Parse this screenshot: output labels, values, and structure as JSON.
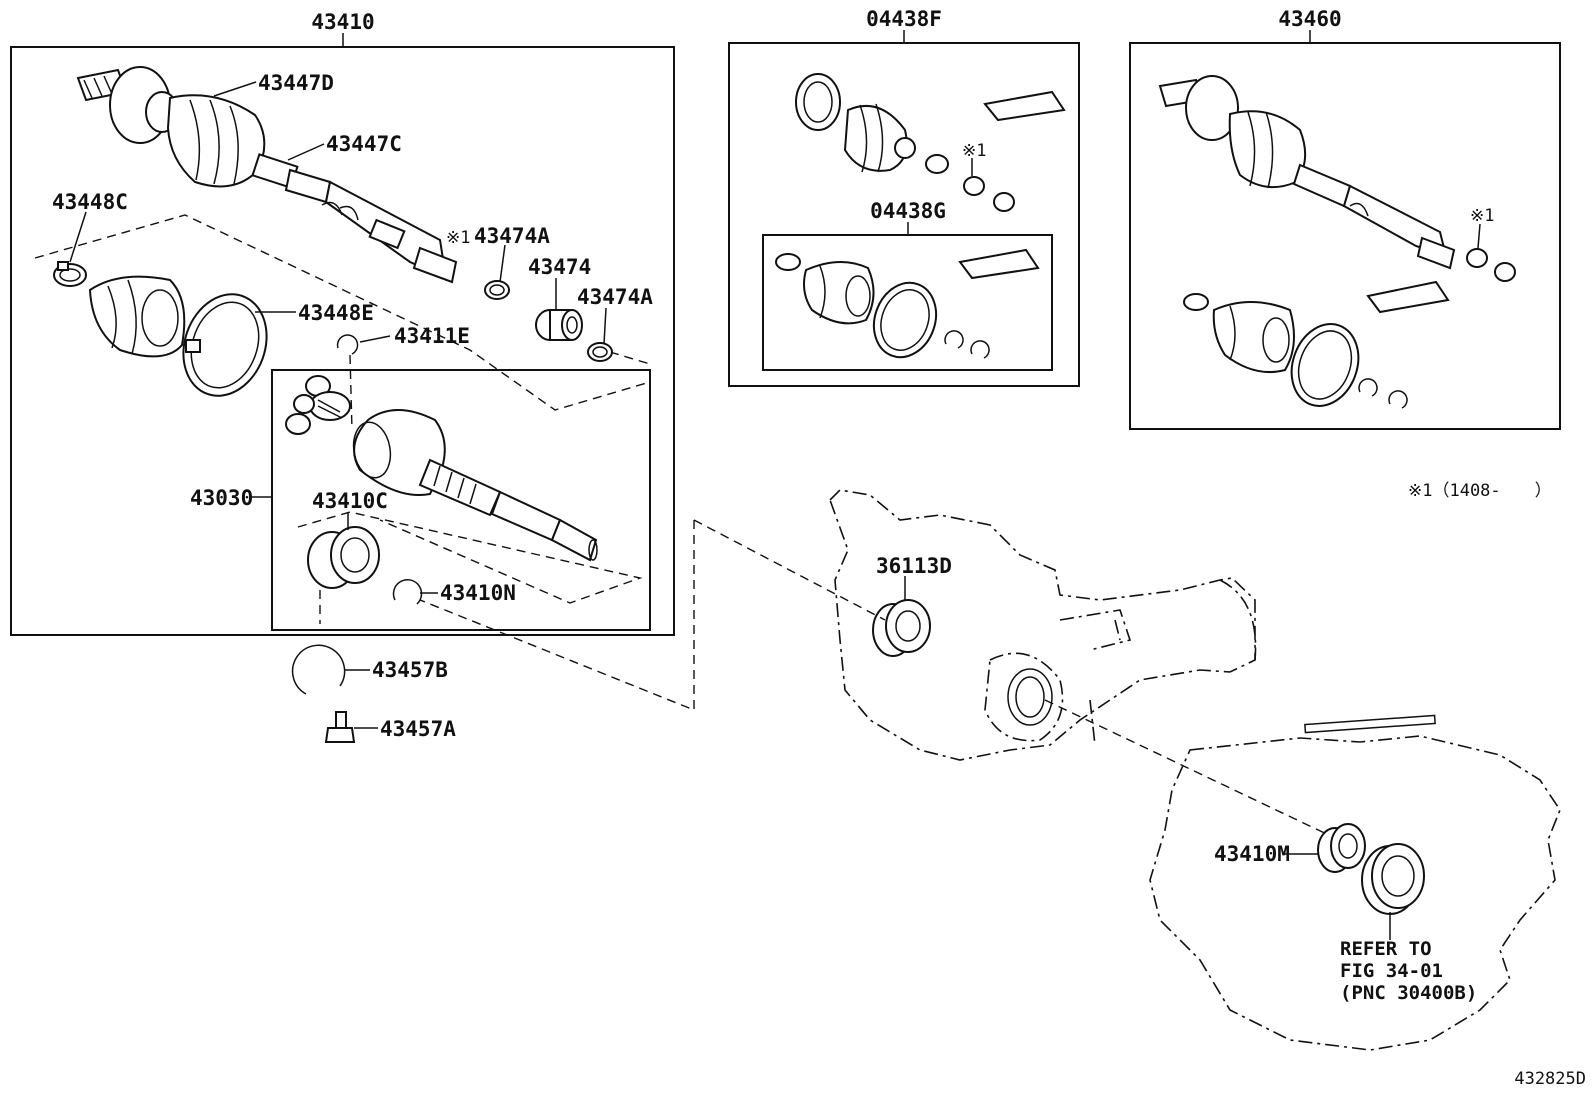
{
  "labels": {
    "assy_left": "43410",
    "boot_kit_outer": "04438F",
    "boot_kit_inner": "04438G",
    "assy_right": "43460",
    "boot_outer": "43447D",
    "clamp_outer": "43447C",
    "clamp_small_left": "43448C",
    "ring_mark_1": "※1",
    "ring_43474A_top": "43474A",
    "damper": "43474",
    "ring_43474A_side": "43474A",
    "band_large": "43448E",
    "snap_ring_43411E": "43411E",
    "inboard_joint": "43030",
    "bearing_43410C": "43410C",
    "snap_ring_43410N": "43410N",
    "clip_43457B": "43457B",
    "bolt_43457A": "43457A",
    "seal_36113D": "36113D",
    "kit_mark_1": "※1",
    "assy_right_mark_1": "※1",
    "footnote": "※1（1408-　　）",
    "bearing_43410M": "43410M",
    "refer_line1": "REFER TO",
    "refer_line2": "FIG 34-01",
    "refer_line3": "(PNC 30400B)",
    "diagram_id": "432825D"
  }
}
